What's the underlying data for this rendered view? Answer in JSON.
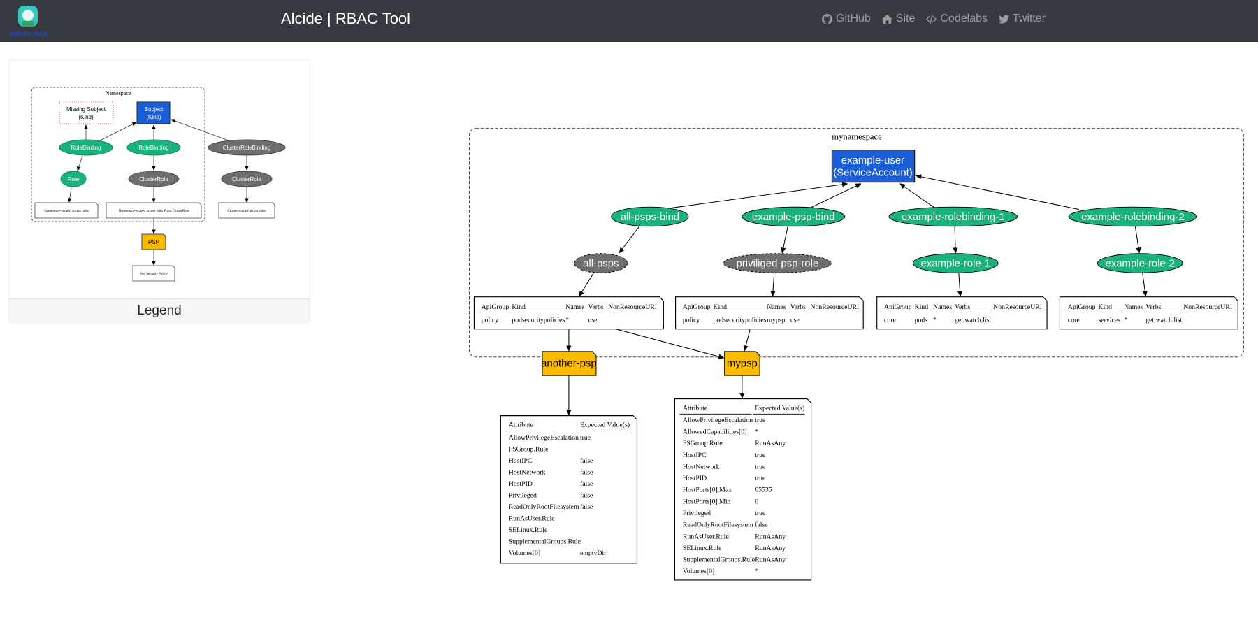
{
  "navbar": {
    "logo_text": "Alcide rbaK",
    "title": "Alcide | RBAC Tool",
    "links": [
      {
        "label": "GitHub",
        "icon": "github-icon"
      },
      {
        "label": "Site",
        "icon": "home-icon"
      },
      {
        "label": "Codelabs",
        "icon": "code-icon"
      },
      {
        "label": "Twitter",
        "icon": "twitter-icon"
      }
    ]
  },
  "legend": {
    "footer": "Legend",
    "cluster_label": "Namespace",
    "missing_subject": [
      "Missing Subject",
      "(Kind)"
    ],
    "subject": [
      "Subject",
      "(Kind)"
    ],
    "rolebinding_1": "RoleBinding",
    "rolebinding_2": "RoleBinding",
    "clusterrolebinding": "ClusterRoleBinding",
    "role": "Role",
    "clusterrole_1": "ClusterRole",
    "clusterrole_2": "ClusterRole",
    "note_ns": "Namespace-scoped access rules",
    "note_ns_cr": "Namespace-scoped access rules From ClusterRole",
    "note_cluster": "Cluster-scoped access rules",
    "psp": "PSP",
    "note_psp": "Pod Security Policy"
  },
  "colors": {
    "navbar": "#343a40",
    "subject": "#1b5fd8",
    "binding": "#1bb37c",
    "cluster_role": "#6e6e6e",
    "psp": "#fdbb00",
    "missing": "#e05a4f"
  },
  "graph": {
    "namespace": "mynamespace",
    "subject": [
      "example-user",
      "(ServiceAccount)"
    ],
    "bindings": [
      "all-psps-bind",
      "example-psp-bind",
      "example-rolebinding-1",
      "example-rolebinding-2"
    ],
    "roles": [
      "all-psps",
      "priviliged-psp-role",
      "example-role-1",
      "example-role-2"
    ],
    "rule_headers": [
      "ApiGroup",
      "Kind",
      "Names",
      "Verbs",
      "NonResourceURI"
    ],
    "rules": [
      [
        "policy",
        "podsecuritypolicies",
        "*",
        "use",
        ""
      ],
      [
        "policy",
        "podsecuritypolicies",
        "mypsp",
        "use",
        ""
      ],
      [
        "core",
        "pods",
        "*",
        "get,watch,list",
        ""
      ],
      [
        "core",
        "services",
        "*",
        "get,watch,list",
        ""
      ]
    ],
    "psps": [
      "another-psp",
      "mypsp"
    ],
    "psp_headers": [
      "Attribute",
      "Expected Value(s)"
    ],
    "psp_tables": [
      [
        [
          "AllowPrivilegeEscalation",
          "true"
        ],
        [
          "FSGroup.Rule",
          ""
        ],
        [
          "HostIPC",
          "false"
        ],
        [
          "HostNetwork",
          "false"
        ],
        [
          "HostPID",
          "false"
        ],
        [
          "Privileged",
          "false"
        ],
        [
          "ReadOnlyRootFilesystem",
          "false"
        ],
        [
          "RunAsUser.Rule",
          ""
        ],
        [
          "SELinux.Rule",
          ""
        ],
        [
          "SupplementalGroups.Rule",
          ""
        ],
        [
          "Volumes[0]",
          "emptyDir"
        ]
      ],
      [
        [
          "AllowPrivilegeEscalation",
          "true"
        ],
        [
          "AllowedCapabilities[0]",
          "*"
        ],
        [
          "FSGroup.Rule",
          "RunAsAny"
        ],
        [
          "HostIPC",
          "true"
        ],
        [
          "HostNetwork",
          "true"
        ],
        [
          "HostPID",
          "true"
        ],
        [
          "HostPorts[0].Max",
          "65535"
        ],
        [
          "HostPorts[0].Min",
          "0"
        ],
        [
          "Privileged",
          "true"
        ],
        [
          "ReadOnlyRootFilesystem",
          "false"
        ],
        [
          "RunAsUser.Rule",
          "RunAsAny"
        ],
        [
          "SELinux.Rule",
          "RunAsAny"
        ],
        [
          "SupplementalGroups.Rule",
          "RunAsAny"
        ],
        [
          "Volumes[0]",
          "*"
        ]
      ]
    ]
  }
}
